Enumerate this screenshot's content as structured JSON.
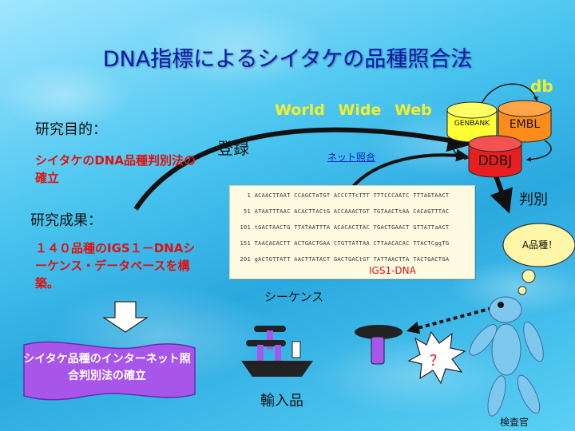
{
  "title": "DNA指標によるシイタケの品種照合法",
  "db": {
    "label": "db",
    "genbank": "GENBANK",
    "embl": "EMBL",
    "ddbj": "DDBJ"
  },
  "www": "World   Wide Web",
  "research_purpose": {
    "heading": "研究目的：",
    "text": "シイタケのDNA品種判別法の確立"
  },
  "research_result": {
    "heading": "研究成果：",
    "text": "１４０品種のIGS１－DNAシーケンス・データベースを構築。"
  },
  "goal_box": "シイタケ品種のインターネット照合判別法の確立",
  "flow": {
    "registration": "登録",
    "net_match": "ネット照合",
    "discrimination": "判別",
    "sequence": "シーケンス",
    "import": "輸入品",
    "inspector": "検査官",
    "bubble": "A品種！",
    "question": "？"
  },
  "sequence": {
    "label": "IGS1-DNA",
    "lines": [
      "   1 ACAACTTAAT CCAGCTaTGT ACCCTTcTTT TTTCCCAATC TTTAGTAACT",
      "  51 ATAATTTAAC ACACTTACtG ACCAAACTGT TGTAACTtAA CACAGTTTAC",
      " 101 tGACTAACTG TTATAATTTA ACACACTTAC TGACTGAACT GTTATTaACT",
      " 151 TAACACACTT ACTGACTGAA CTGTTATTAA CTTAACACAC TTACTCggTG",
      " 201 gACTGTTATT AACTTATACT GACTGACtGT TATTAACTTA TACTGACTGA"
    ]
  },
  "colors": {
    "title": "#0b1aa8",
    "red_text": "#e01010",
    "goal_box": "#a855ea",
    "genbank": "#ffff33",
    "embl": "#ff8c1a",
    "ddbj": "#e81f1f",
    "figure": "#7ec8f0"
  }
}
